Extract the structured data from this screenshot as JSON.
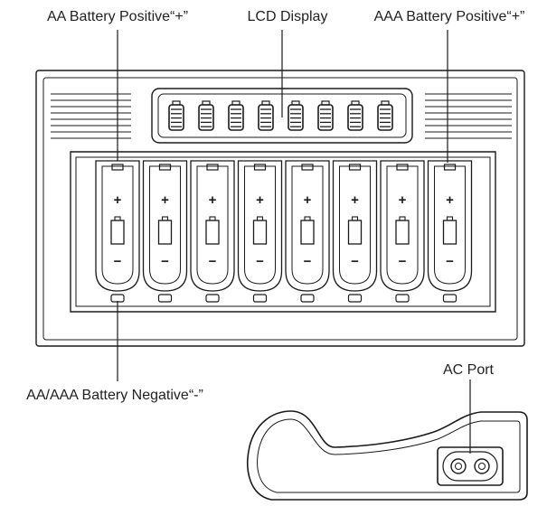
{
  "labels": {
    "aa_positive": "AA Battery Positive“+”",
    "lcd_display": "LCD Display",
    "aaa_positive": "AAA Battery Positive“+”",
    "negative": "AA/AAA Battery Negative“-”",
    "ac_port": "AC Port"
  },
  "slot_count": 8,
  "slot_symbols": {
    "positive": "+",
    "negative": "−"
  },
  "icons": [
    "battery-icon",
    "plus-icon",
    "minus-icon",
    "ac-socket-icon"
  ],
  "colors": {
    "line": "#1a1a1a",
    "text": "#222222",
    "background": "#ffffff"
  }
}
